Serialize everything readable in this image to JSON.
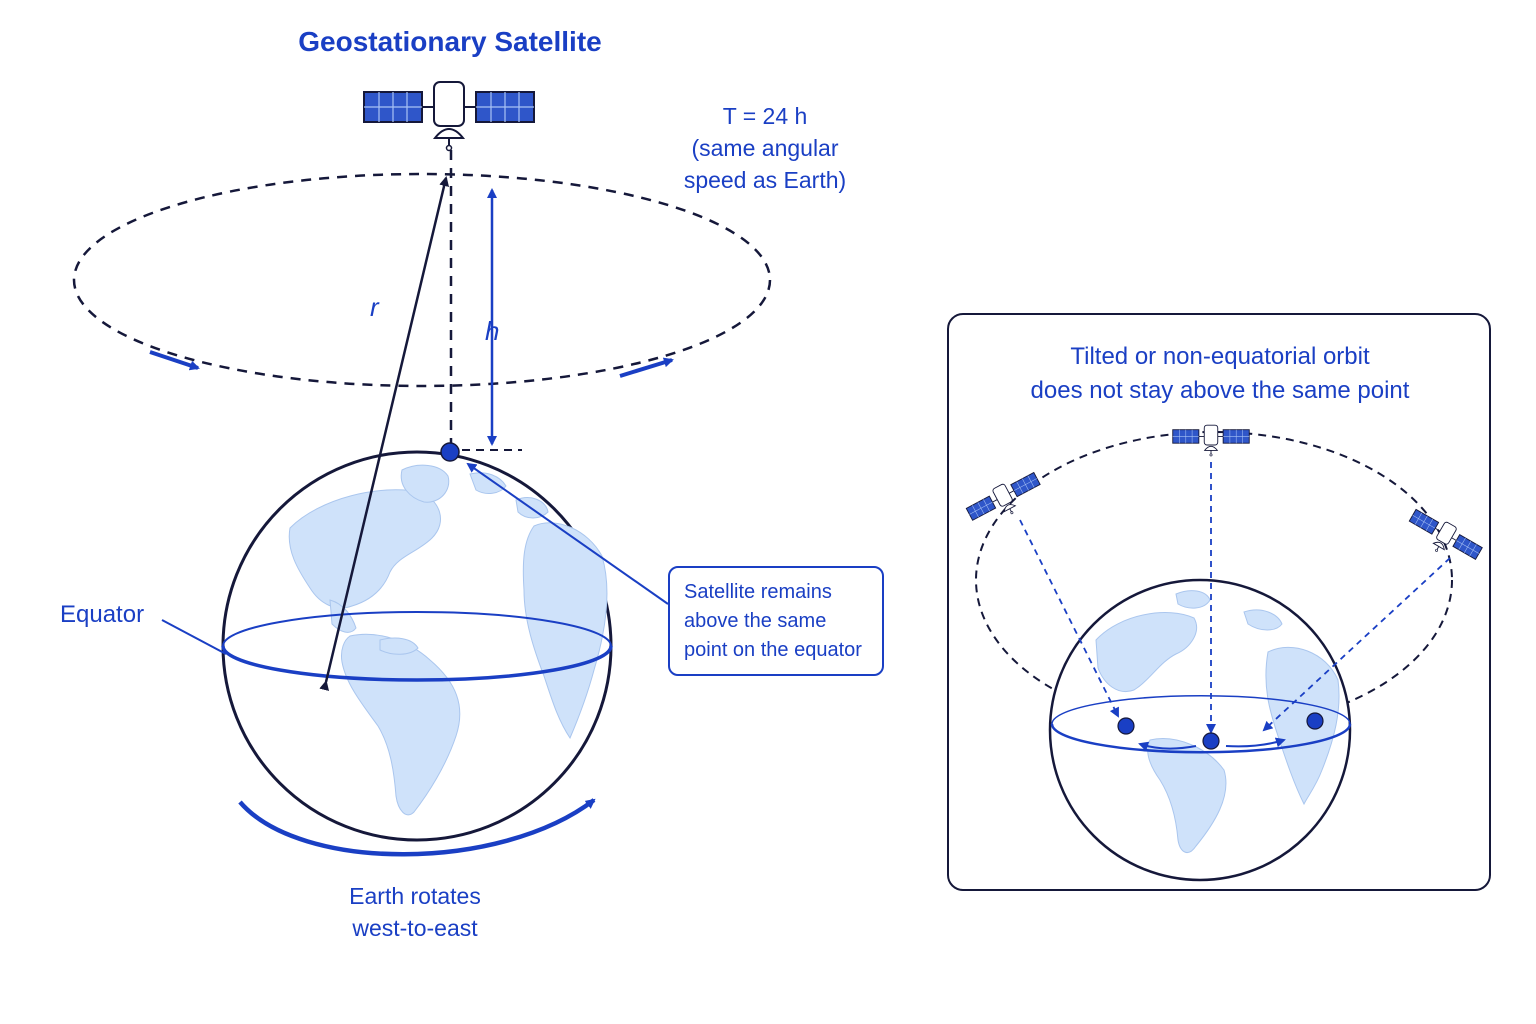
{
  "title": "Geostationary Satellite",
  "period": {
    "line1": "T = 24 h",
    "line2": "(same angular",
    "line3": "speed as Earth)"
  },
  "labels": {
    "r": "r",
    "h": "h",
    "equator": "Equator"
  },
  "callout": {
    "line1": "Satellite remains",
    "line2": "above the same",
    "line3": "point on the equator"
  },
  "rotation": {
    "line1": "Earth rotates",
    "line2": "west-to-east"
  },
  "inset": {
    "line1": "Tilted or non-equatorial orbit",
    "line2": "does not stay above the same point"
  },
  "colors": {
    "accent": "#1a3fc4",
    "outline": "#15183a",
    "land": "#cfe2fa",
    "panel": "#2f56c9"
  },
  "icons": [
    "satellite-icon",
    "earth-globe",
    "orbit-arrow",
    "rotation-arrow"
  ]
}
